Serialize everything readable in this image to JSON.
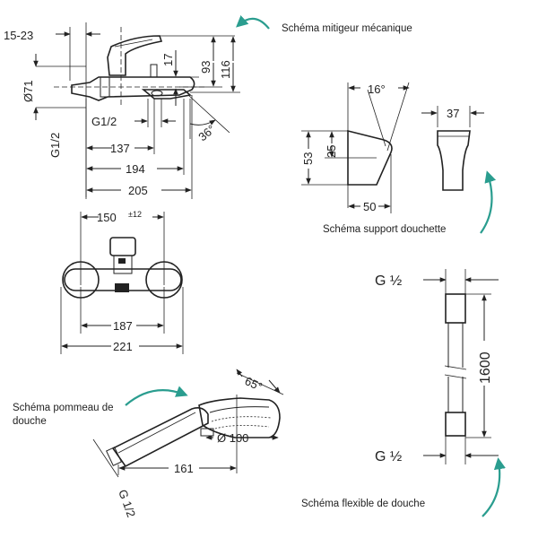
{
  "colors": {
    "accent": "#2a9d8f",
    "line": "#222222",
    "background": "#ffffff"
  },
  "labels": {
    "mixer": "Schéma mitigeur mécanique",
    "holder": "Schéma support douchette",
    "handshower": "Schéma pommeau de douche",
    "hose": "Schéma flexible de douche"
  },
  "mixer_side": {
    "d_15_23": "15-23",
    "d_93": "93",
    "d_116": "116",
    "d_17": "17",
    "d_71": "Ø71",
    "g_left": "G1/2",
    "g_bottom": "G1/2",
    "d_137": "137",
    "d_194": "194",
    "d_205": "205",
    "angle": "36°"
  },
  "mixer_front": {
    "d_150": "150",
    "tol": "±12",
    "d_187": "187",
    "d_221": "221"
  },
  "holder": {
    "angle": "16°",
    "d_37": "37",
    "d_53": "53",
    "d_25": "25",
    "d_50": "50"
  },
  "handshower": {
    "angle": "65°",
    "d_100": "Ø 100",
    "d_161": "161",
    "thread": "G 1/2"
  },
  "hose": {
    "g_top": "G ½",
    "g_bottom": "G ½",
    "length": "1600"
  }
}
